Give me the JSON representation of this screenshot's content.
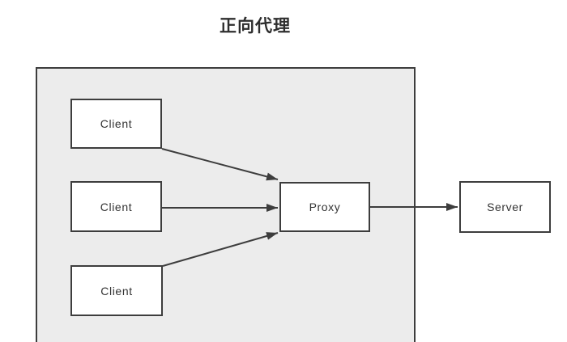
{
  "title": "正向代理",
  "nodes": {
    "client1": {
      "label": "Client"
    },
    "client2": {
      "label": "Client"
    },
    "client3": {
      "label": "Client"
    },
    "proxy": {
      "label": "Proxy"
    },
    "server": {
      "label": "Server"
    }
  },
  "edges": [
    {
      "from": "client1",
      "to": "proxy"
    },
    {
      "from": "client2",
      "to": "proxy"
    },
    {
      "from": "client3",
      "to": "proxy"
    },
    {
      "from": "proxy",
      "to": "server"
    }
  ],
  "colors": {
    "background": "#ffffff",
    "container_fill": "#ececec",
    "stroke": "#3d3d3d",
    "node_fill": "#ffffff",
    "text": "#333333",
    "title_text": "#2e2e2e"
  }
}
